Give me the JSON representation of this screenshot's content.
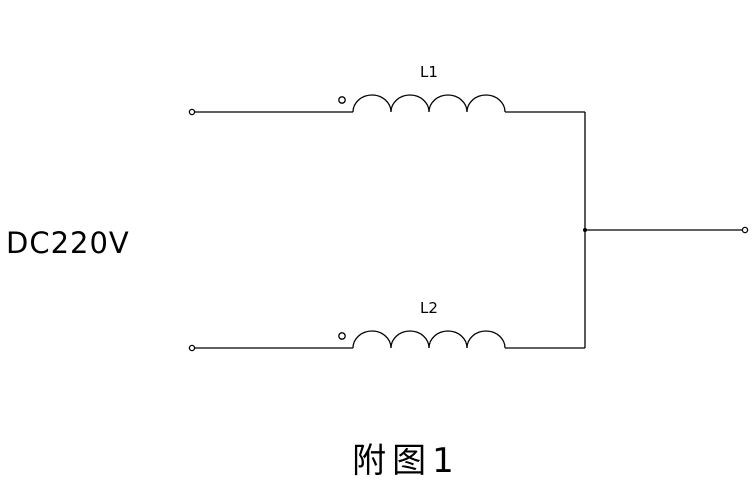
{
  "source": {
    "label": "DC220V"
  },
  "inductors": [
    {
      "label": "L1"
    },
    {
      "label": "L2"
    }
  ],
  "caption": "附图1"
}
